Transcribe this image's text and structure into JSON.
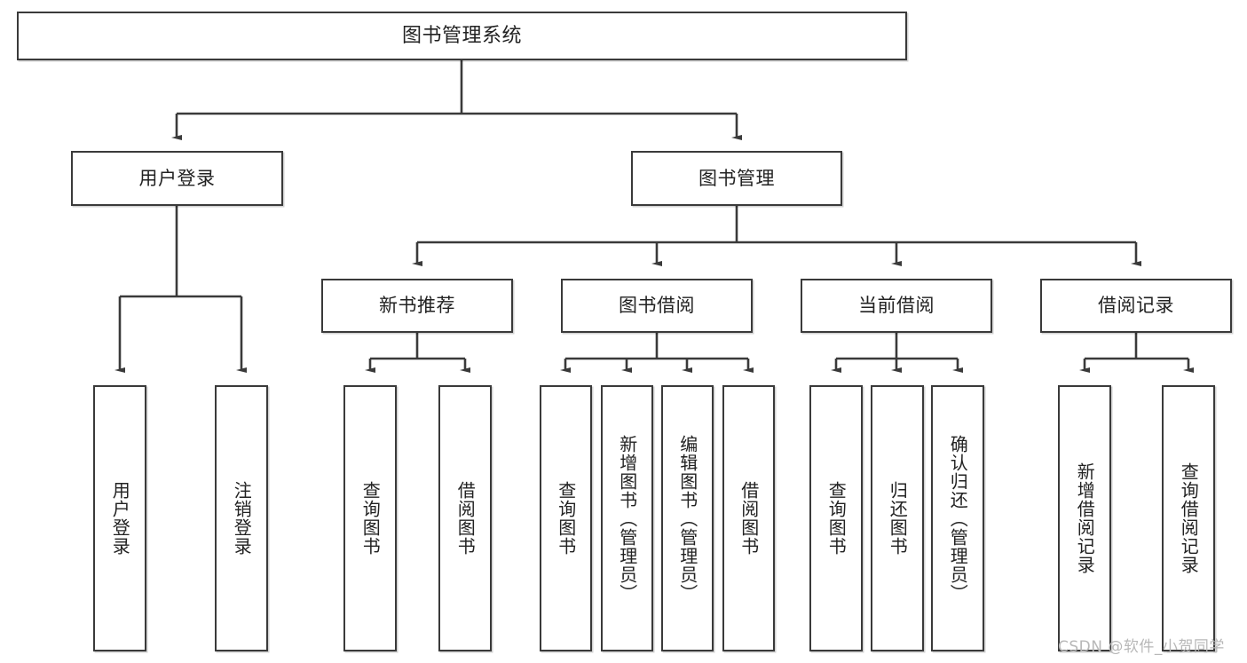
{
  "diagram": {
    "type": "tree-hierarchy-diagram",
    "title": "图书管理系统",
    "stroke_color": "#3a3a3a",
    "text_color": "#222222",
    "background_color": "#ffffff",
    "levels": 4
  },
  "nodes": {
    "root": {
      "label": "图书管理系统"
    },
    "level2": [
      {
        "label": "用户登录"
      },
      {
        "label": "图书管理"
      }
    ],
    "level3": [
      {
        "label": "新书推荐"
      },
      {
        "label": "图书借阅"
      },
      {
        "label": "当前借阅"
      },
      {
        "label": "借阅记录"
      }
    ],
    "leaves": {
      "user_login": [
        {
          "label": "用户登录"
        },
        {
          "label": "注销登录"
        }
      ],
      "new_book_recommend": [
        {
          "label": "查询图书"
        },
        {
          "label": "借阅图书"
        }
      ],
      "book_borrow": [
        {
          "label": "查询图书"
        },
        {
          "label": "新增图书（管理员）"
        },
        {
          "label": "编辑图书（管理员）"
        },
        {
          "label": "借阅图书"
        }
      ],
      "current_borrow": [
        {
          "label": "查询图书"
        },
        {
          "label": "归还图书"
        },
        {
          "label": "确认归还（管理员）"
        }
      ],
      "borrow_record": [
        {
          "label": "新增借阅记录"
        },
        {
          "label": "查询借阅记录"
        }
      ]
    }
  },
  "watermark": {
    "text": "CSDN @软件_小贺同学"
  }
}
